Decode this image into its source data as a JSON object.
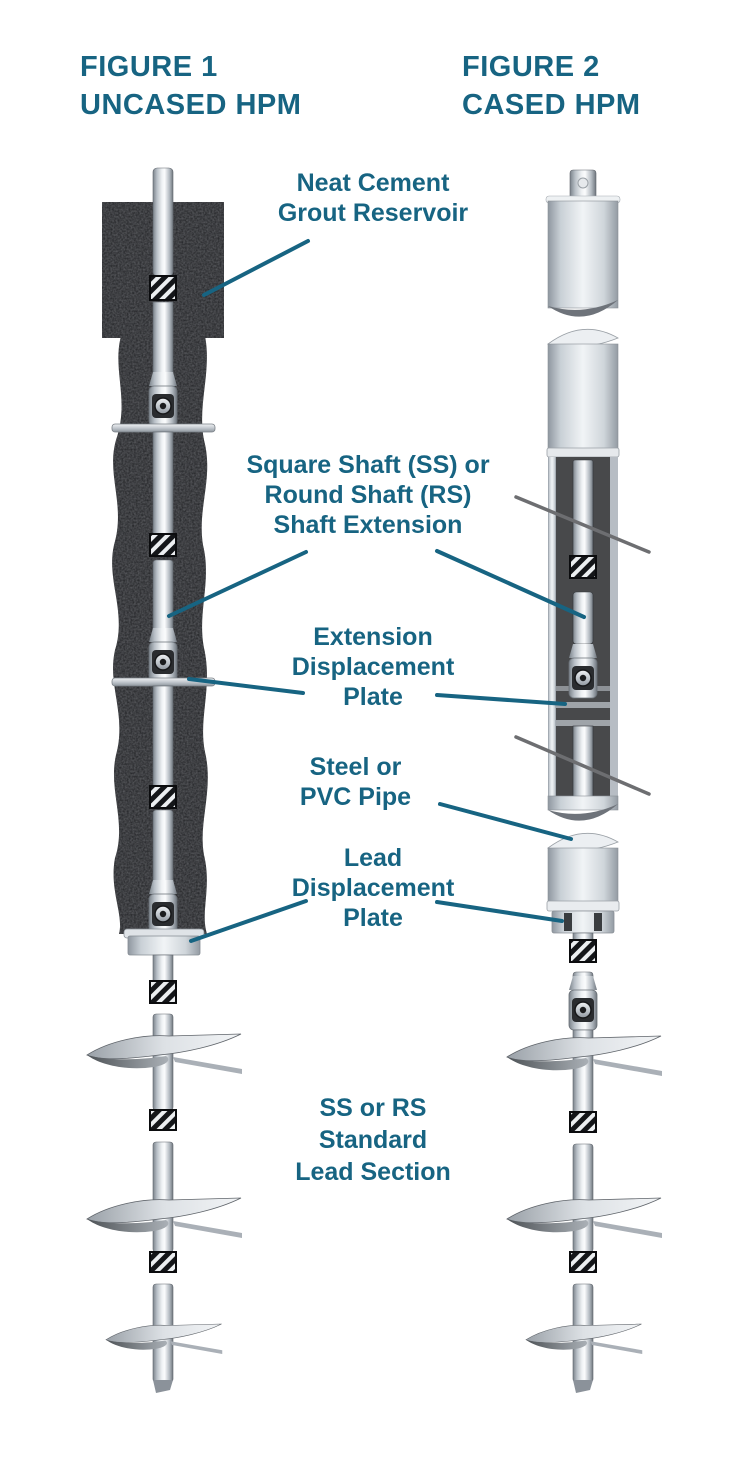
{
  "colors": {
    "accent": "#176482",
    "cut_line_gray": "#6d6e71",
    "grout_black": "#1f2023",
    "cutaway_panel": "#48494b"
  },
  "figure1": {
    "title_line1": "FIGURE 1",
    "title_line2": "UNCASED HPM"
  },
  "figure2": {
    "title_line1": "FIGURE 2",
    "title_line2": "CASED HPM"
  },
  "labels": {
    "neat_cement": {
      "lines": [
        "Neat Cement",
        "Grout Reservoir",
        ""
      ]
    },
    "shaft_extension": {
      "lines": [
        "Square Shaft (SS) or",
        "Round Shaft (RS)",
        "Shaft Extension"
      ]
    },
    "extension_plate": {
      "lines": [
        "Extension",
        "Displacement",
        "Plate"
      ]
    },
    "steel_pvc": {
      "lines": [
        "Steel or",
        "PVC Pipe",
        ""
      ]
    },
    "lead_plate": {
      "lines": [
        "Lead",
        "Displacement",
        "Plate"
      ]
    },
    "lead_section": {
      "lines": [
        "SS or RS",
        "Standard",
        "Lead Section"
      ]
    }
  }
}
